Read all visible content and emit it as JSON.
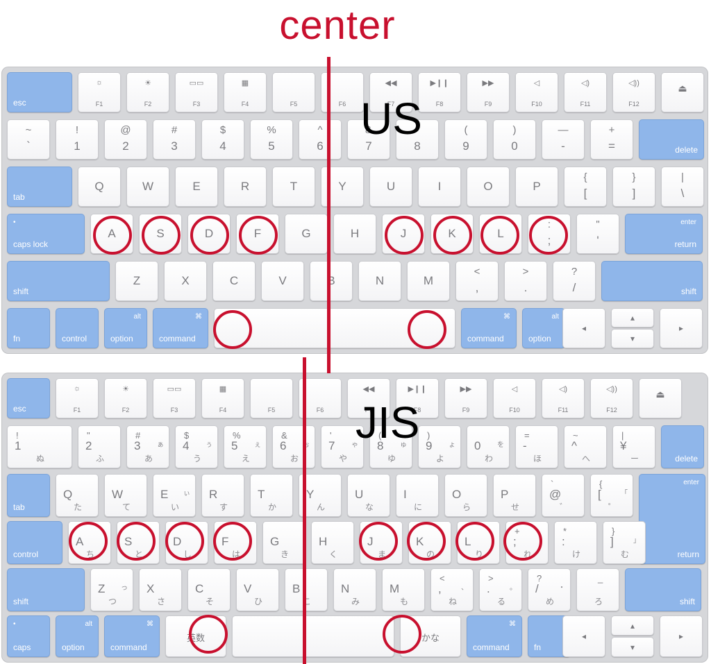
{
  "title": "center",
  "colors": {
    "accent": "#c8102e",
    "modifier": "#8fb6ea",
    "key": "#f8f8f9",
    "board": "#d6d7da"
  },
  "us": {
    "label": "US",
    "fn_keys": [
      {
        "label": "esc",
        "mod": true
      },
      {
        "label": "F1",
        "icon": "☼"
      },
      {
        "label": "F2",
        "icon": "☀"
      },
      {
        "label": "F3",
        "icon": "▭▭"
      },
      {
        "label": "F4",
        "icon": "▦"
      },
      {
        "label": "F5",
        "icon": ""
      },
      {
        "label": "F6",
        "icon": ""
      },
      {
        "label": "F7",
        "icon": "◀◀"
      },
      {
        "label": "F8",
        "icon": "▶❙❙"
      },
      {
        "label": "F9",
        "icon": "▶▶"
      },
      {
        "label": "F10",
        "icon": "◁"
      },
      {
        "label": "F11",
        "icon": "◁)"
      },
      {
        "label": "F12",
        "icon": "◁))"
      },
      {
        "label": "",
        "icon": "⏏"
      }
    ],
    "number_row": [
      {
        "top": "~",
        "bottom": "`"
      },
      {
        "top": "!",
        "bottom": "1"
      },
      {
        "top": "@",
        "bottom": "2"
      },
      {
        "top": "#",
        "bottom": "3"
      },
      {
        "top": "$",
        "bottom": "4"
      },
      {
        "top": "%",
        "bottom": "5"
      },
      {
        "top": "^",
        "bottom": "6"
      },
      {
        "top": "&",
        "bottom": "7"
      },
      {
        "top": "*",
        "bottom": "8"
      },
      {
        "top": "(",
        "bottom": "9"
      },
      {
        "top": ")",
        "bottom": "0"
      },
      {
        "top": "—",
        "bottom": "-"
      },
      {
        "top": "+",
        "bottom": "="
      },
      {
        "label": "delete",
        "mod": true
      }
    ],
    "qwerty_row": [
      {
        "label": "tab",
        "mod": true
      },
      {
        "main": "Q"
      },
      {
        "main": "W"
      },
      {
        "main": "E"
      },
      {
        "main": "R"
      },
      {
        "main": "T"
      },
      {
        "main": "Y"
      },
      {
        "main": "U"
      },
      {
        "main": "I"
      },
      {
        "main": "O"
      },
      {
        "main": "P"
      },
      {
        "top": "{",
        "bottom": "["
      },
      {
        "top": "}",
        "bottom": "]"
      },
      {
        "top": "|",
        "bottom": "\\"
      }
    ],
    "home_row": [
      {
        "label": "caps lock",
        "dot": "•",
        "mod": true
      },
      {
        "main": "A"
      },
      {
        "main": "S"
      },
      {
        "main": "D"
      },
      {
        "main": "F"
      },
      {
        "main": "G"
      },
      {
        "main": "H"
      },
      {
        "main": "J"
      },
      {
        "main": "K"
      },
      {
        "main": "L"
      },
      {
        "top": ":",
        "bottom": ";"
      },
      {
        "top": "\"",
        "bottom": "'"
      },
      {
        "label": "return",
        "top_label": "enter",
        "mod": true
      }
    ],
    "shift_row": [
      {
        "label": "shift",
        "mod": true
      },
      {
        "main": "Z"
      },
      {
        "main": "X"
      },
      {
        "main": "C"
      },
      {
        "main": "V"
      },
      {
        "main": "B"
      },
      {
        "main": "N"
      },
      {
        "main": "M"
      },
      {
        "top": "<",
        "bottom": ","
      },
      {
        "top": ">",
        "bottom": "."
      },
      {
        "top": "?",
        "bottom": "/"
      },
      {
        "label": "shift",
        "mod": true
      }
    ],
    "bottom_row": [
      {
        "label": "fn",
        "mod": true
      },
      {
        "label": "control",
        "mod": true
      },
      {
        "label": "option",
        "top_label": "alt",
        "mod": true
      },
      {
        "label": "command",
        "top_label": "⌘",
        "mod": true
      },
      {
        "label": ""
      },
      {
        "label": "command",
        "top_label": "⌘",
        "mod": true
      },
      {
        "label": "option",
        "top_label": "alt",
        "mod": true
      }
    ],
    "arrows": {
      "left": "◂",
      "up": "▴",
      "down": "▾",
      "right": "▸"
    }
  },
  "jis": {
    "label": "JIS",
    "fn_keys": [
      {
        "label": "esc",
        "mod": true
      },
      {
        "label": "F1",
        "icon": "☼"
      },
      {
        "label": "F2",
        "icon": "☀"
      },
      {
        "label": "F3",
        "icon": "▭▭"
      },
      {
        "label": "F4",
        "icon": "▦"
      },
      {
        "label": "F5",
        "icon": ""
      },
      {
        "label": "F6",
        "icon": ""
      },
      {
        "label": "F7",
        "icon": "◀◀"
      },
      {
        "label": "F8",
        "icon": "▶❙❙"
      },
      {
        "label": "F9",
        "icon": "▶▶"
      },
      {
        "label": "F10",
        "icon": "◁"
      },
      {
        "label": "F11",
        "icon": "◁)"
      },
      {
        "label": "F12",
        "icon": "◁))"
      },
      {
        "label": "",
        "icon": "⏏"
      }
    ],
    "number_row": [
      {
        "top": "!",
        "main": "1",
        "kana": "ぬ"
      },
      {
        "top": "\"",
        "main": "2",
        "kana": "ふ"
      },
      {
        "top": "#",
        "main": "3",
        "kana": "あ",
        "kana2": "ぁ"
      },
      {
        "top": "$",
        "main": "4",
        "kana": "う",
        "kana2": "ぅ"
      },
      {
        "top": "%",
        "main": "5",
        "kana": "え",
        "kana2": "ぇ"
      },
      {
        "top": "&",
        "main": "6",
        "kana": "お",
        "kana2": "ぉ"
      },
      {
        "top": "'",
        "main": "7",
        "kana": "や",
        "kana2": "ゃ"
      },
      {
        "top": "(",
        "main": "8",
        "kana": "ゆ",
        "kana2": "ゅ"
      },
      {
        "top": ")",
        "main": "9",
        "kana": "よ",
        "kana2": "ょ"
      },
      {
        "top": "",
        "main": "0",
        "kana": "わ",
        "kana2": "を"
      },
      {
        "top": "=",
        "main": "-",
        "kana": "ほ"
      },
      {
        "top": "~",
        "main": "^",
        "kana": "へ"
      },
      {
        "top": "|",
        "main": "¥",
        "kana": "ー"
      },
      {
        "label": "delete",
        "mod": true
      }
    ],
    "qwerty_row": [
      {
        "label": "tab",
        "mod": true
      },
      {
        "main": "Q",
        "kana": "た"
      },
      {
        "main": "W",
        "kana": "て"
      },
      {
        "main": "E",
        "kana": "い",
        "kana2": "ぃ"
      },
      {
        "main": "R",
        "kana": "す"
      },
      {
        "main": "T",
        "kana": "か"
      },
      {
        "main": "Y",
        "kana": "ん"
      },
      {
        "main": "U",
        "kana": "な"
      },
      {
        "main": "I",
        "kana": "に"
      },
      {
        "main": "O",
        "kana": "ら"
      },
      {
        "main": "P",
        "kana": "せ"
      },
      {
        "top": "`",
        "main": "@",
        "kana": "゛"
      },
      {
        "top": "{",
        "main": "[",
        "kana": "゜",
        "kana2": "「"
      },
      {
        "label": "return",
        "top_label": "enter",
        "mod": true
      }
    ],
    "home_row": [
      {
        "label": "control",
        "mod": true
      },
      {
        "main": "A",
        "kana": "ち"
      },
      {
        "main": "S",
        "kana": "と"
      },
      {
        "main": "D",
        "kana": "し"
      },
      {
        "main": "F",
        "kana": "は"
      },
      {
        "main": "G",
        "kana": "き"
      },
      {
        "main": "H",
        "kana": "く"
      },
      {
        "main": "J",
        "kana": "ま"
      },
      {
        "main": "K",
        "kana": "の"
      },
      {
        "main": "L",
        "kana": "り"
      },
      {
        "top": "+",
        "main": ";",
        "kana": "れ"
      },
      {
        "top": "*",
        "main": ":",
        "kana": "け"
      },
      {
        "top": "}",
        "main": "]",
        "kana": "む",
        "kana2": "」"
      }
    ],
    "shift_row": [
      {
        "label": "shift",
        "mod": true
      },
      {
        "main": "Z",
        "kana": "つ",
        "kana2": "っ"
      },
      {
        "main": "X",
        "kana": "さ"
      },
      {
        "main": "C",
        "kana": "そ"
      },
      {
        "main": "V",
        "kana": "ひ"
      },
      {
        "main": "B",
        "kana": "こ"
      },
      {
        "main": "N",
        "kana": "み"
      },
      {
        "main": "M",
        "kana": "も"
      },
      {
        "top": "<",
        "main": ",",
        "kana": "ね",
        "kana2": "、"
      },
      {
        "top": ">",
        "main": ".",
        "kana": "る",
        "kana2": "。"
      },
      {
        "top": "?",
        "main": "/",
        "kana": "め",
        "kana2": "・"
      },
      {
        "top": "_",
        "main": "",
        "kana": "ろ"
      },
      {
        "label": "shift",
        "mod": true
      }
    ],
    "bottom_row": [
      {
        "label": "caps",
        "dot": "•",
        "mod": true
      },
      {
        "label": "option",
        "top_label": "alt",
        "mod": true
      },
      {
        "label": "command",
        "top_label": "⌘",
        "mod": true
      },
      {
        "label": "英数"
      },
      {
        "label": ""
      },
      {
        "label": "かな"
      },
      {
        "label": "command",
        "top_label": "⌘",
        "mod": true
      },
      {
        "label": "fn",
        "mod": true
      }
    ],
    "arrows": {
      "left": "◂",
      "up": "▴",
      "down": "▾",
      "right": "▸"
    }
  }
}
